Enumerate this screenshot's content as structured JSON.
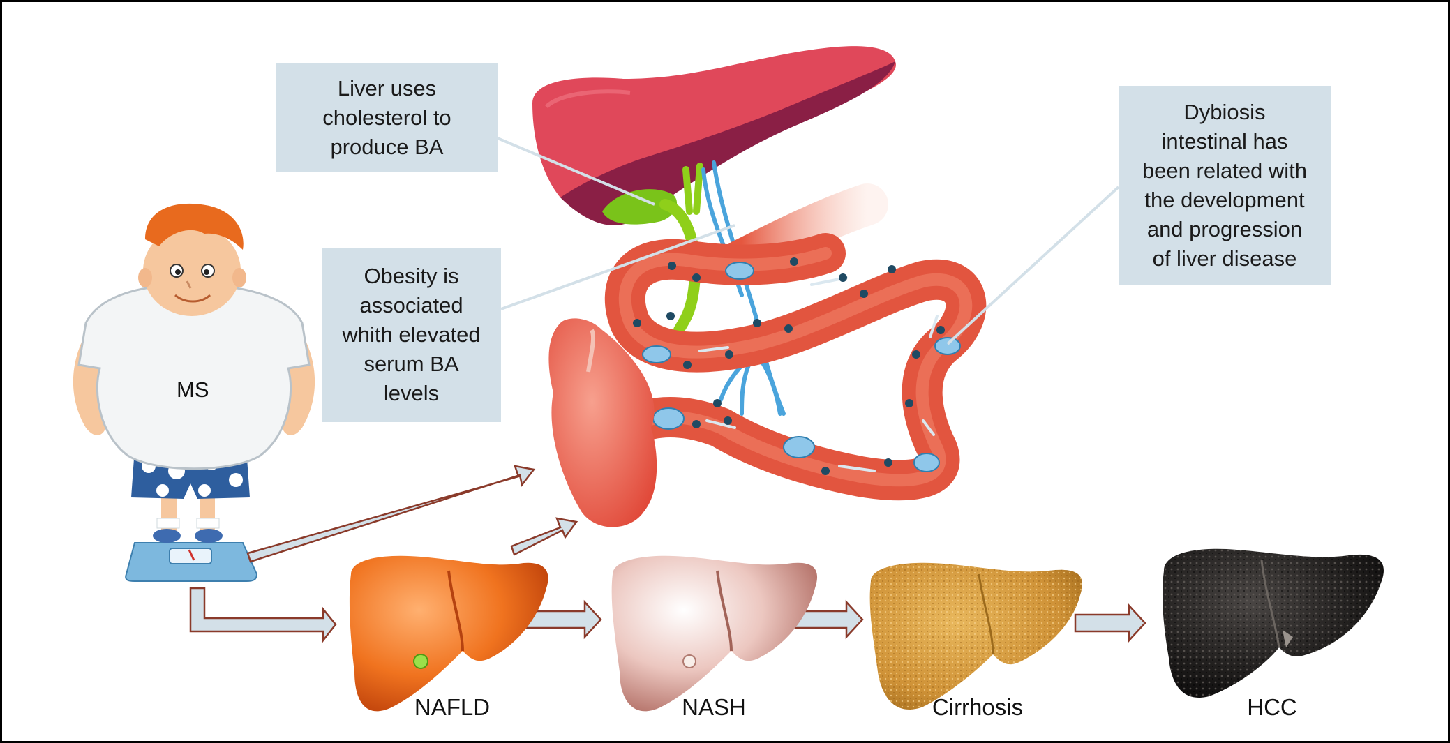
{
  "callouts": {
    "liver_cholesterol": "Liver uses\ncholesterol to\nproduce BA",
    "obesity": "Obesity is\nassociated\nwhith elevated\nserum BA\nlevels",
    "dysbiosis": "Dybiosis\nintestinal has\nbeen related with\nthe development\nand progression\nof liver disease"
  },
  "person_label": "MS",
  "stages": {
    "nafld": "NAFLD",
    "nash": "NASH",
    "cirrhosis": "Cirrhosis",
    "hcc": "HCC"
  },
  "colors": {
    "callout_bg": "#d3e0e8",
    "arrow_fill": "#d3e0e8",
    "arrow_stroke": "#8a3a2a",
    "liver_red": "#e0485a",
    "intestine": "#e2553f"
  }
}
